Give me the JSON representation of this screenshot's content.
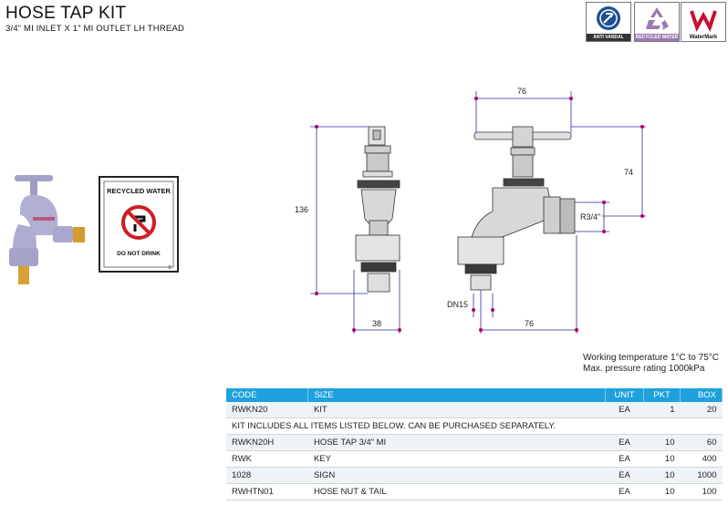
{
  "header": {
    "title": "HOSE TAP KIT",
    "subtitle": "3/4” MI INLET X 1” MI OUTLET LH THREAD"
  },
  "badges": [
    {
      "name": "anti-vandal",
      "caption": "ANTI VANDAL",
      "color": "#1f4f8f"
    },
    {
      "name": "recycled-water",
      "caption": "RECYCLED WATER",
      "color": "#9b7bb3"
    },
    {
      "name": "watermark",
      "caption": "WaterMark",
      "color": "#c8102e"
    }
  ],
  "sign": {
    "heading": "RECYCLED WATER",
    "footer": "DO NOT DRINK"
  },
  "dimensions": {
    "height_136": "136",
    "width_38": "38",
    "top_76": "76",
    "right_74": "74",
    "thread": "R3/4\"",
    "dn": "DN15",
    "bottom_76": "76"
  },
  "notes": {
    "temperature": "Working temperature 1°C to 75°C",
    "pressure": "Max. pressure rating 1000kPa"
  },
  "table": {
    "headers": [
      "CODE",
      "SIZE",
      "UNIT",
      "PKT",
      "BOX"
    ],
    "main_row": [
      "RWKN20",
      "KIT",
      "EA",
      "1",
      "20"
    ],
    "note": "KIT INCLUDES ALL ITEMS LISTED BELOW. CAN BE PURCHASED SEPARATELY.",
    "rows": [
      [
        "RWKN20H",
        "HOSE TAP 3/4” MI",
        "EA",
        "10",
        "60"
      ],
      [
        "RWK",
        "KEY",
        "EA",
        "10",
        "400"
      ],
      [
        "1028",
        "SIGN",
        "EA",
        "10",
        "1000"
      ],
      [
        "RWHTN01",
        "HOSE NUT & TAIL",
        "EA",
        "10",
        "100"
      ]
    ]
  },
  "colors": {
    "accent": "#1ea1dd",
    "dimension_line": "#2a2aa8",
    "dimension_point": "#b0006a"
  }
}
